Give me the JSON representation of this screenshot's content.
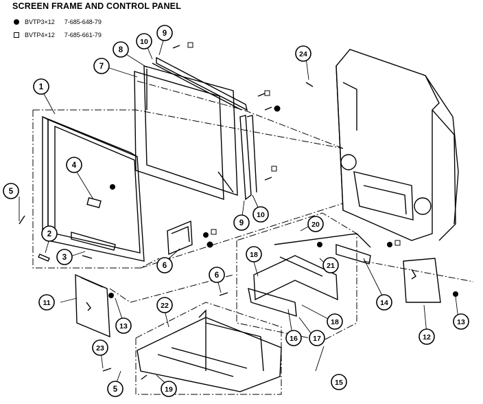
{
  "title": "SCREEN FRAME AND CONTROL PANEL",
  "legend": [
    {
      "symbol": "filled-circle",
      "screw": "BVTP3×12",
      "part_no": "7-685-648-79"
    },
    {
      "symbol": "open-square",
      "screw": "BVTP4×12",
      "part_no": "7-685-661-79"
    }
  ],
  "callouts": [
    "1",
    "2",
    "3",
    "4",
    "5",
    "6",
    "7",
    "8",
    "9",
    "10",
    "11",
    "12",
    "13",
    "14",
    "15",
    "16",
    "17",
    "18",
    "19",
    "20",
    "21",
    "22",
    "23",
    "24"
  ]
}
